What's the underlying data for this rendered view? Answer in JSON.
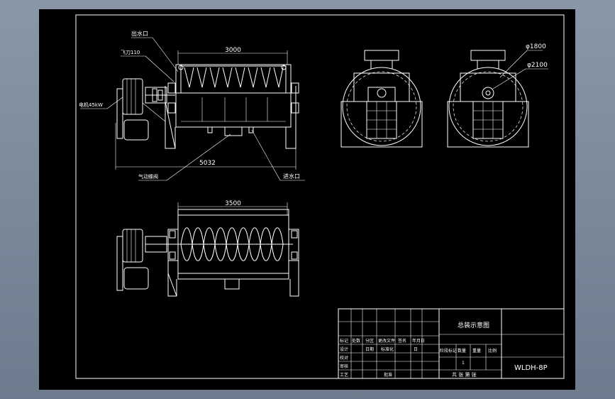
{
  "labels": {
    "outlet": "出水口",
    "fly_knife": "飞刀110",
    "motor": "电机45kW",
    "pneumatic_valve": "气动蝶阀",
    "inlet": "进水口",
    "dim_3000": "3000",
    "dim_5032": "5032",
    "dim_3500": "3500",
    "dim_phi1800": "φ1800",
    "dim_phi2100": "φ2100"
  },
  "title_block": {
    "drawing_title": "总装示意图",
    "drawing_number": "WLDH-8P",
    "header_row": [
      "标记",
      "处数",
      "分区",
      "更改文件",
      "签名",
      "年月日"
    ],
    "rows": [
      {
        "label": "设计",
        "cells": [
          "",
          "日期",
          "标准化",
          "",
          "日"
        ]
      },
      {
        "label": "校对",
        "cells": [
          "",
          "",
          "",
          "",
          ""
        ]
      },
      {
        "label": "审核",
        "cells": [
          "",
          "",
          "",
          "",
          ""
        ]
      },
      {
        "label": "工艺",
        "cells": [
          "",
          "",
          "批准",
          "",
          ""
        ]
      }
    ],
    "stage_header": [
      "阶段标记",
      "数量",
      "重量",
      "比例"
    ],
    "stage_value": "1",
    "sheet_info": "共 张 第 张"
  }
}
